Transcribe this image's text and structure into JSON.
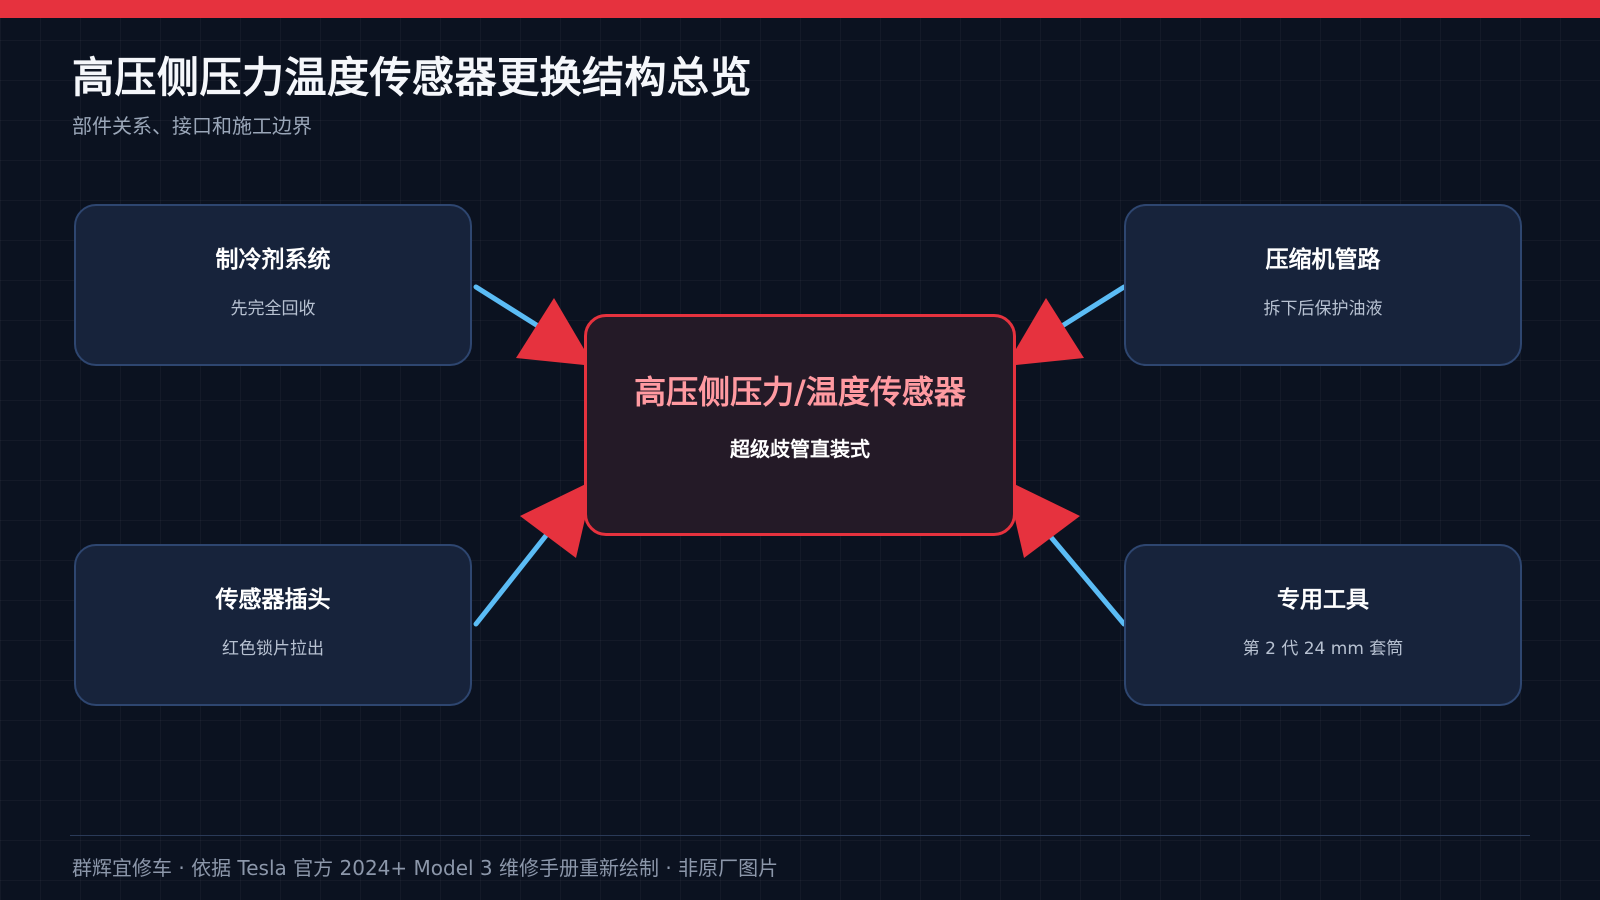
{
  "header": {
    "title": "高压侧压力温度传感器更换结构总览",
    "subtitle": "部件关系、接口和施工边界"
  },
  "center": {
    "title": "高压侧压力/温度传感器",
    "subtitle": "超级歧管直装式"
  },
  "nodes": [
    {
      "title": "制冷剂系统",
      "subtitle": "先完全回收"
    },
    {
      "title": "压缩机管路",
      "subtitle": "拆下后保护油液"
    },
    {
      "title": "传感器插头",
      "subtitle": "红色锁片拉出"
    },
    {
      "title": "专用工具",
      "subtitle": "第 2 代 24 mm 套筒"
    }
  ],
  "footer": {
    "text": "群辉宜修车 · 依据 Tesla 官方 2024+ Model 3 维修手册重新绘制 · 非原厂图片"
  },
  "colors": {
    "background": "#0b1220",
    "accent_red": "#e6323e",
    "connector_blue": "#5bbcf5",
    "node_fill": "#17233b",
    "node_border": "#2e4670",
    "center_fill": "#241a27",
    "center_title": "#ff9aa1"
  }
}
